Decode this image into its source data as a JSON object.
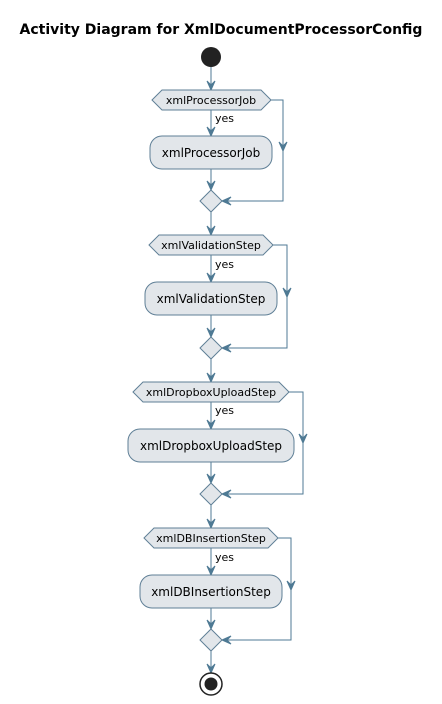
{
  "title": "Activity Diagram for XmlDocumentProcessorConfig",
  "colors": {
    "node_fill": "#e2e6ea",
    "node_stroke": "#5f7f96",
    "edge": "#4f7a94",
    "start_end": "#222222"
  },
  "steps": [
    {
      "condition": "xmlProcessorJob",
      "branch_label": "yes",
      "action": "xmlProcessorJob"
    },
    {
      "condition": "xmlValidationStep",
      "branch_label": "yes",
      "action": "xmlValidationStep"
    },
    {
      "condition": "xmlDropboxUploadStep",
      "branch_label": "yes",
      "action": "xmlDropboxUploadStep"
    },
    {
      "condition": "xmlDBInsertionStep",
      "branch_label": "yes",
      "action": "xmlDBInsertionStep"
    }
  ]
}
